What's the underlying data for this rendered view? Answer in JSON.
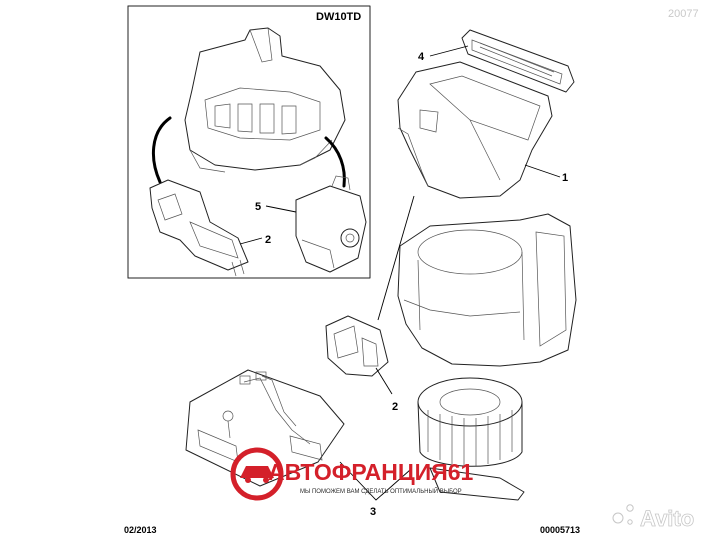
{
  "header": {
    "variant": "DW10TD",
    "ref_code": "20077"
  },
  "callouts": {
    "c1": "1",
    "c2_inset": "2",
    "c2_main": "2",
    "c3": "3",
    "c4": "4",
    "c5": "5"
  },
  "footer": {
    "date": "02/2013",
    "doc_number": "00005713"
  },
  "logo": {
    "brand_text": "АВТОФРАНЦИЯ61",
    "tagline": "МЫ ПОМОЖЕМ ВАМ СДЕЛАТЬ ОПТИМАЛЬНЫЙ ВЫБОР",
    "color_red": "#d4202a",
    "color_dark": "#2a2a2a"
  },
  "watermark": {
    "text": "Avito"
  }
}
